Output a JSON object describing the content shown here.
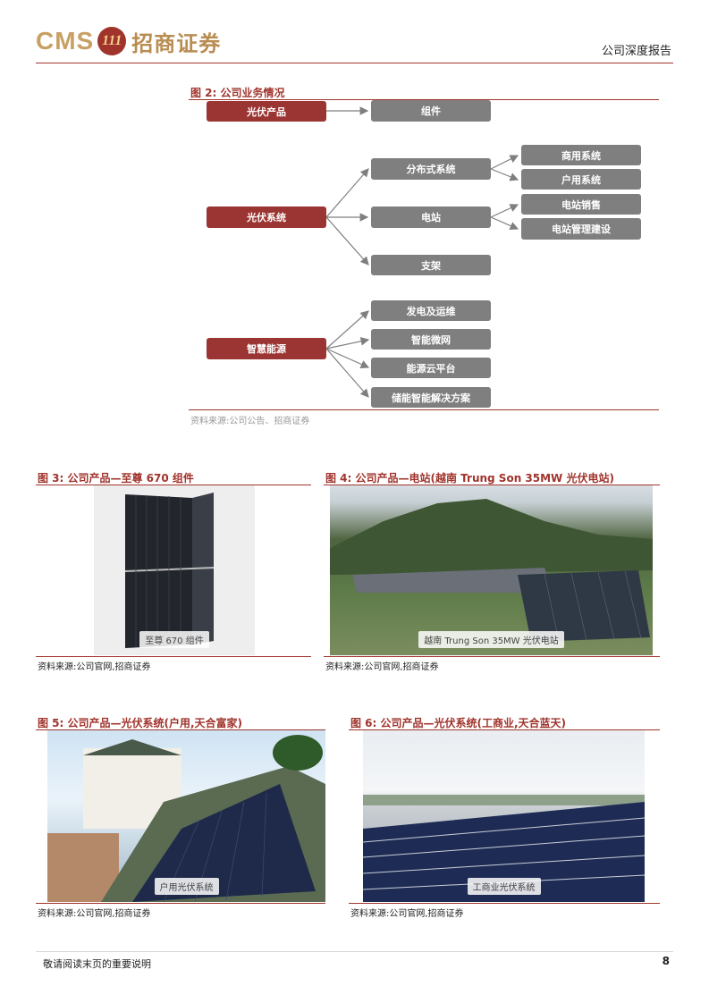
{
  "header": {
    "logo_latin": "CMS",
    "logo_seal": "111",
    "logo_chinese": "招商证券",
    "doc_type": "公司深度报告"
  },
  "fig2": {
    "caption": "图 2:  公司业务情况",
    "source": "资料来源:公司公告、招商证券",
    "nodes": {
      "pv_products": "光伏产品",
      "modules": "组件",
      "pv_systems": "光伏系统",
      "distributed": "分布式系统",
      "commercial": "商用系统",
      "residential": "户用系统",
      "station": "电站",
      "station_sales": "电站销售",
      "station_mgmt": "电站管理建设",
      "bracket": "支架",
      "smart_energy": "智慧能源",
      "gen_om": "发电及运维",
      "microgrid": "智能微网",
      "energy_cloud": "能源云平台",
      "storage": "储能智能解决方案"
    }
  },
  "fig3": {
    "caption": "图 3:  公司产品—至尊 670 组件",
    "source": "资料来源:公司官网,招商证券",
    "image_label": "至尊 670 组件"
  },
  "fig4": {
    "caption": "图 4:  公司产品—电站(越南 Trung Son 35MW 光伏电站)",
    "source": "资料来源:公司官网,招商证券",
    "image_label": "越南 Trung Son 35MW 光伏电站"
  },
  "fig5": {
    "caption": "图 5:  公司产品—光伏系统(户用,天合富家)",
    "source": "资料来源:公司官网,招商证券",
    "image_label": "户用光伏系统"
  },
  "fig6": {
    "caption": "图 6:  公司产品—光伏系统(工商业,天合蓝天)",
    "source": "资料来源:公司官网,招商证券",
    "image_label": "工商业光伏系统"
  },
  "footer": {
    "notice": "敬请阅读末页的重要说明",
    "page_number": "8"
  },
  "colors": {
    "brand_red": "#9b3533",
    "brand_gold": "#c8a063",
    "box_gray": "#7f7f7f"
  }
}
